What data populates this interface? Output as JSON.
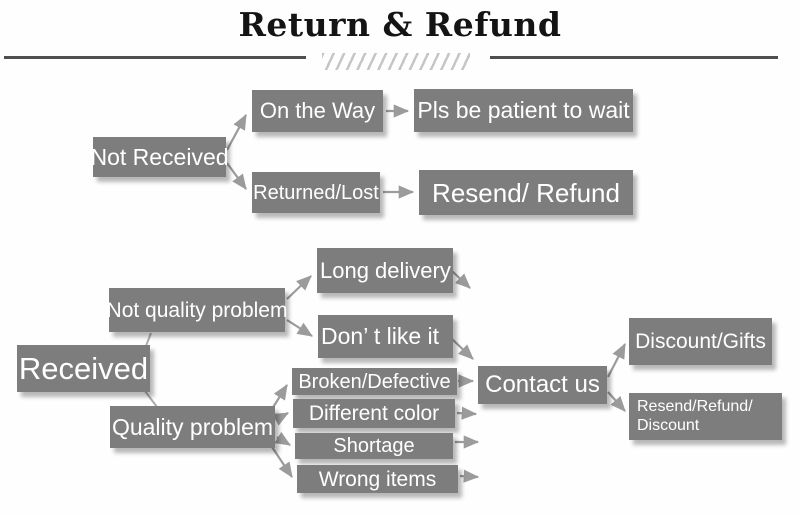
{
  "header": {
    "title": "Return & Refund"
  },
  "nodes": {
    "not_received": "Not Received",
    "on_the_way": "On the Way",
    "pls_patient": "Pls be patient to wait",
    "returned_lost": "Returned/Lost",
    "resend_refund": "Resend/ Refund",
    "received": "Received",
    "not_quality": "Not quality problem",
    "long_delivery": "Long delivery",
    "dont_like": "Don’ t like it",
    "quality": "Quality problem",
    "broken": "Broken/Defective",
    "different_color": "Different color",
    "shortage": "Shortage",
    "wrong_items": "Wrong items",
    "contact": "Contact us",
    "discount_gifts": "Discount/Gifts",
    "resend_refund_discount_line1": "Resend/Refund/",
    "resend_refund_discount_line2": "Discount"
  },
  "colors": {
    "box_fill": "#7d7d7d",
    "box_text": "#ffffff",
    "arrow": "#9b9b9b",
    "divider": "#4f4f4f",
    "hatch": "#c6c6c6",
    "title_text": "#141414"
  }
}
